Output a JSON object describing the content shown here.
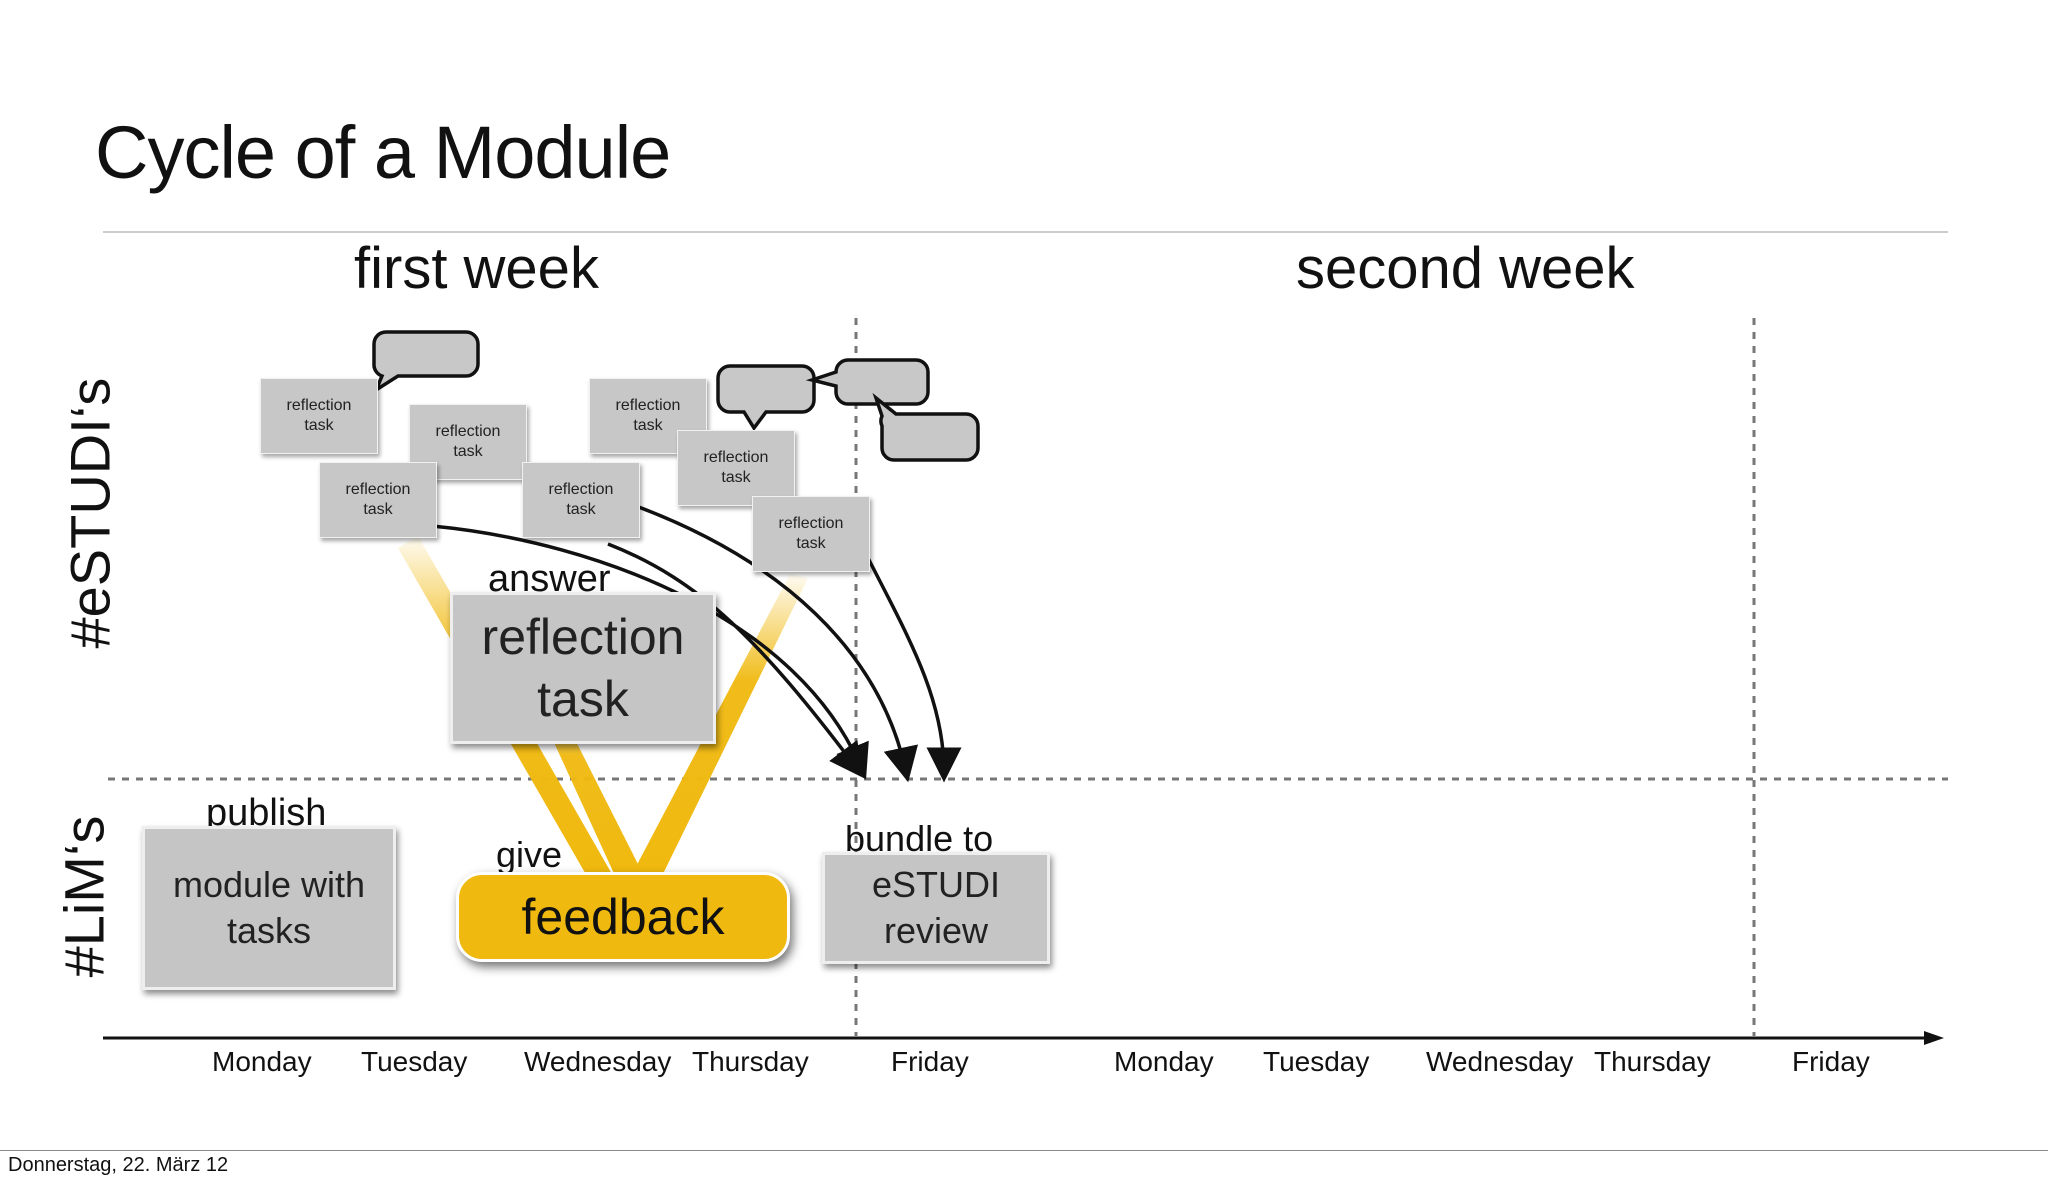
{
  "title": "Cycle of a Module",
  "weeks": {
    "first": "first week",
    "second": "second week"
  },
  "lanes": {
    "top": "#eSTUDI‘s",
    "bottom": "#LiM‘s"
  },
  "small_tasks": [
    "reflection\ntask",
    "reflection\ntask",
    "reflection\ntask",
    "reflection\ntask",
    "reflection\ntask",
    "reflection\ntask",
    "reflection\ntask"
  ],
  "answer_box": {
    "caption": "answer",
    "label": "reflection\ntask"
  },
  "publish_box": {
    "caption": "publish",
    "label": "module with\ntasks"
  },
  "feedback_box": {
    "caption": "give",
    "label": "feedback"
  },
  "bundle_box": {
    "caption": "bundle to",
    "label": "eSTUDI\nreview"
  },
  "days": [
    "Monday",
    "Tuesday",
    "Wednesday",
    "Thursday",
    "Friday",
    "Monday",
    "Tuesday",
    "Wednesday",
    "Thursday",
    "Friday"
  ],
  "footer": "Donnerstag, 22. März 12",
  "colors": {
    "accent": "#f0b90f",
    "box_gray": "#c6c6c6",
    "bubble_gray": "#c8c8c8"
  },
  "icons": [
    "speech-bubble-icon",
    "arrow-icon"
  ]
}
